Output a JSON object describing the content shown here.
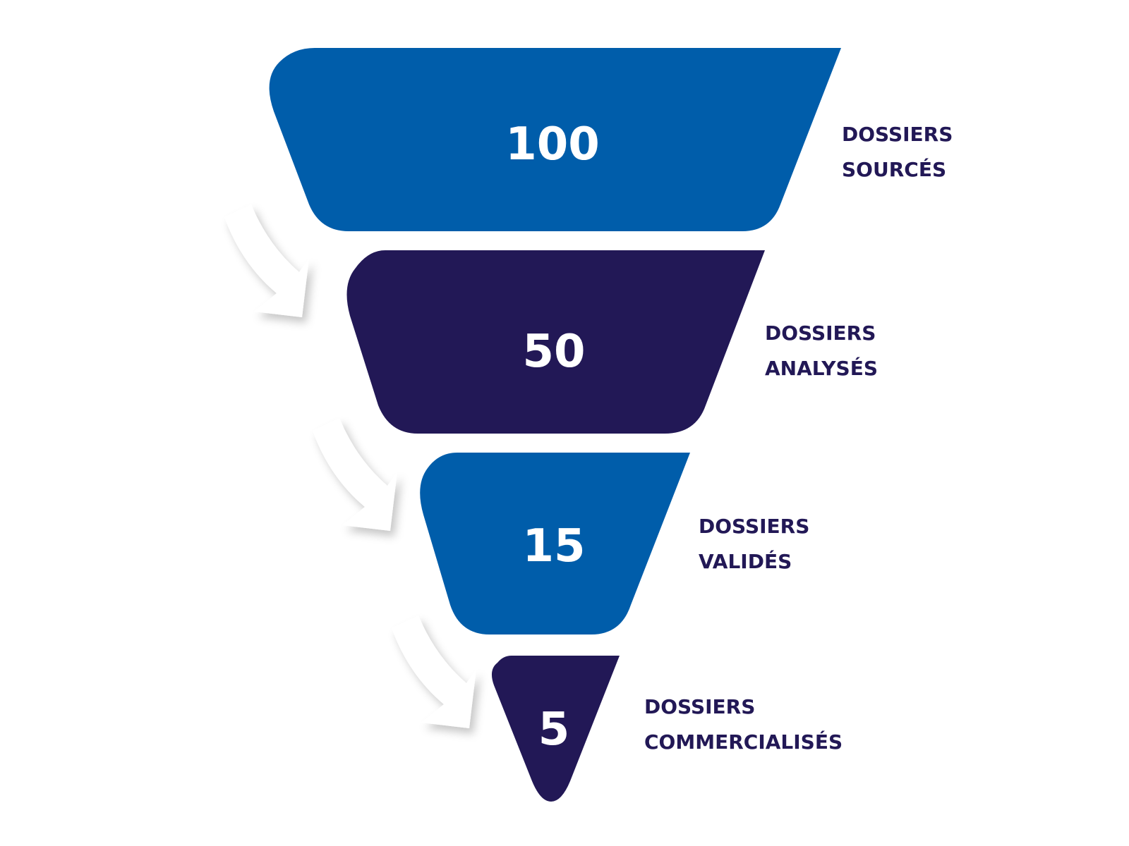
{
  "colors": {
    "primary_blue": "#005daa",
    "dark_navy": "#221856",
    "label_text": "#221856",
    "arrow_fill": "#ffffff"
  },
  "funnel": {
    "stages": [
      {
        "value": 100,
        "label": "100",
        "label_line1": "DOSSIERS",
        "label_line2": "SOURCÉS",
        "color": "#005daa"
      },
      {
        "value": 50,
        "label": "50",
        "label_line1": "DOSSIERS",
        "label_line2": "ANALYSÉS",
        "color": "#221856"
      },
      {
        "value": 15,
        "label": "15",
        "label_line1": "DOSSIERS",
        "label_line2": "VALIDÉS",
        "color": "#005daa"
      },
      {
        "value": 5,
        "label": "5",
        "label_line1": "DOSSIERS",
        "label_line2": "COMMERCIALISÉS",
        "color": "#221856"
      }
    ],
    "arrow_icon": "curved-down-right-arrow-icon"
  }
}
